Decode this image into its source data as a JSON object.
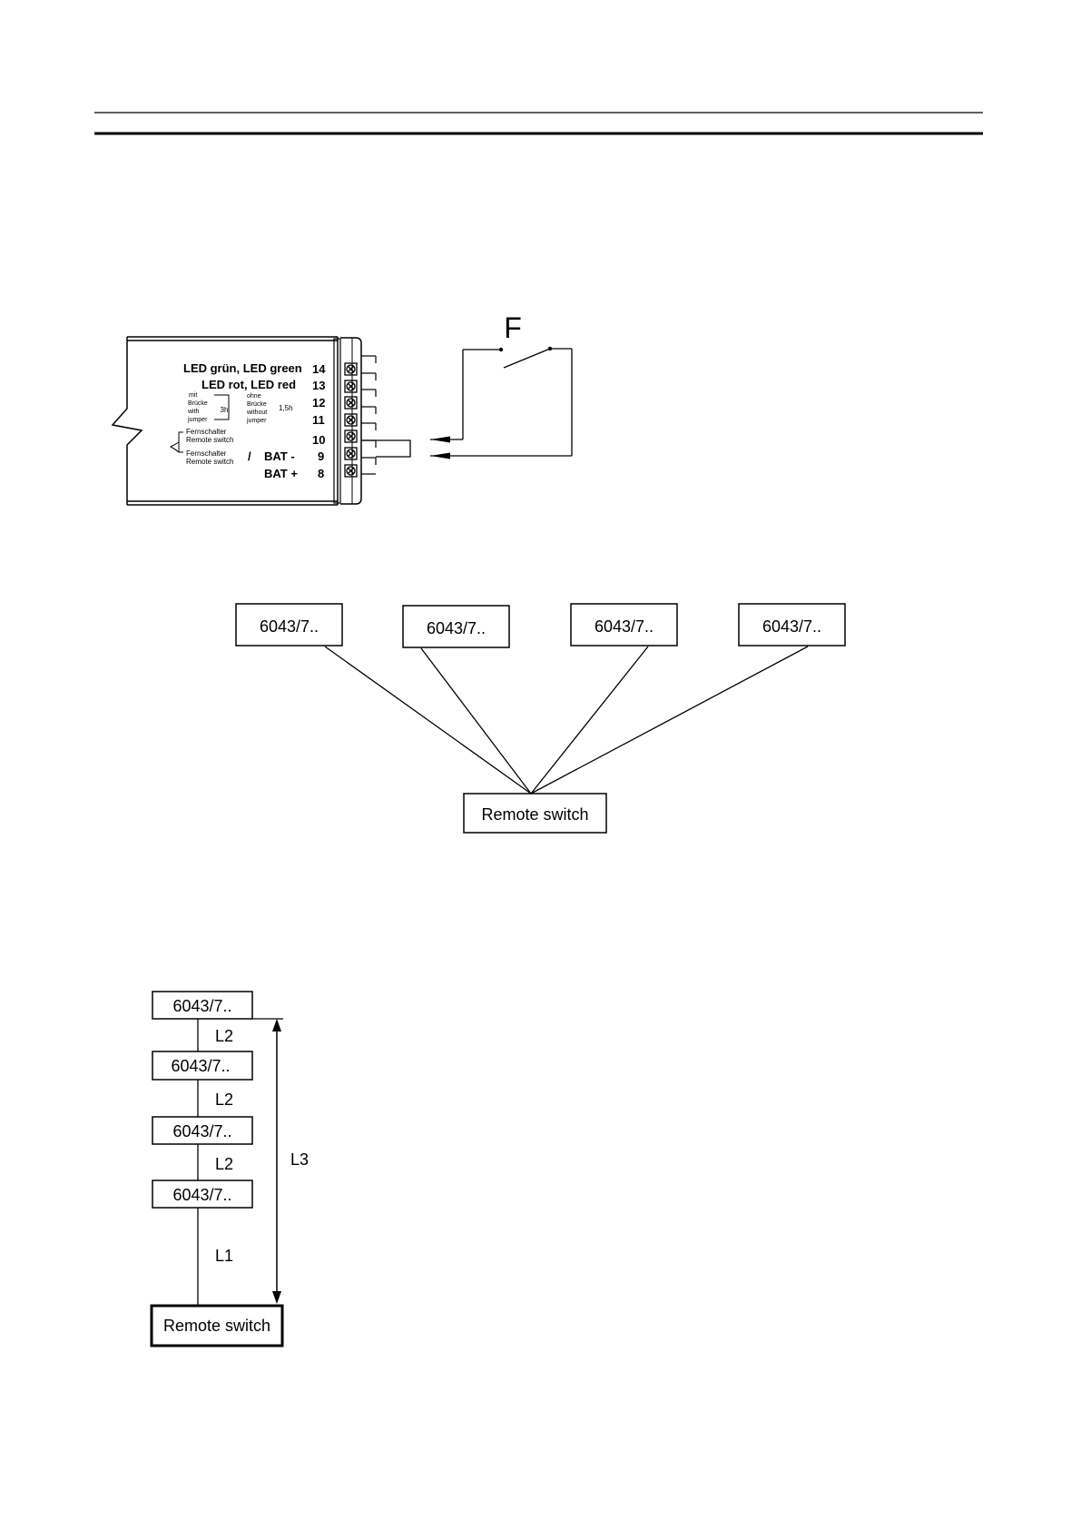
{
  "wiring": {
    "switch_label": "F",
    "terminals": [
      {
        "number": "14",
        "label": "LED grün,  LED green"
      },
      {
        "number": "13",
        "label": "LED  rot,  LED red"
      },
      {
        "number": "12",
        "label": ""
      },
      {
        "number": "11",
        "label": ""
      },
      {
        "number": "10",
        "label": ""
      },
      {
        "number": "9",
        "label": "BAT -"
      },
      {
        "number": "8",
        "label": "BAT +"
      }
    ],
    "jumper_with": [
      "mit",
      "Brücke",
      "with",
      "jumper"
    ],
    "jumper_with_time": "3h",
    "jumper_without": [
      "ohne",
      "Brücke",
      "without",
      "jumper"
    ],
    "jumper_without_time": "1,5h",
    "remote_switch_1": [
      "Fernschalter",
      "Remote switch"
    ],
    "remote_switch_2": [
      "Fernschalter",
      "Remote switch"
    ],
    "slash": "/"
  },
  "star": {
    "units": [
      "6043/7..",
      "6043/7..",
      "6043/7..",
      "6043/7.."
    ],
    "hub": "Remote switch"
  },
  "chain": {
    "units": [
      "6043/7..",
      "6043/7..",
      "6043/7..",
      "6043/7.."
    ],
    "segments": [
      "L2",
      "L2",
      "L2",
      "L1"
    ],
    "total": "L3",
    "bottom": "Remote switch"
  }
}
